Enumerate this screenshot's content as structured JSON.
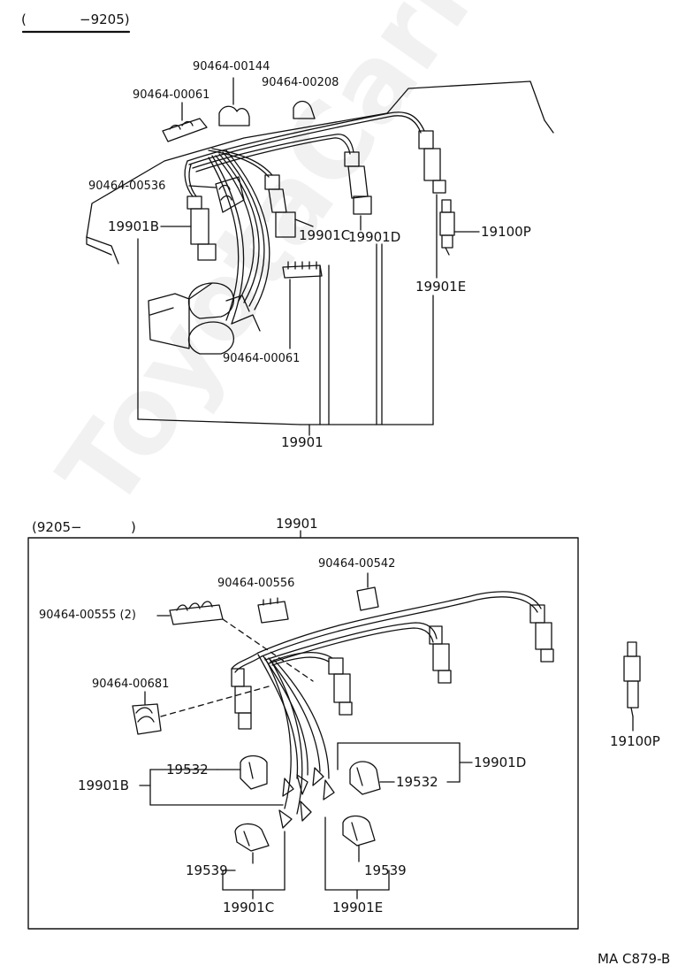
{
  "top_section": {
    "range_open": "(",
    "range_close": "−9205)",
    "labels": {
      "p_00144": "90464-00144",
      "p_00208": "90464-00208",
      "p_00061_top": "90464-00061",
      "p_00536": "90464-00536",
      "l_19901b": "19901B",
      "l_19901c": "19901C",
      "l_19901d": "19901D",
      "l_19100p": "19100P",
      "l_19901e": "19901E",
      "p_00061_bottom": "90464-00061",
      "l_19901": "19901"
    }
  },
  "bottom_section": {
    "range_open": "(9205−",
    "range_close": ")",
    "labels": {
      "l_19901": "19901",
      "p_00542": "90464-00542",
      "p_00556": "90464-00556",
      "p_00555": "90464-00555 (2)",
      "p_00681": "90464-00681",
      "l_19100p": "19100P",
      "l_19532_left": "19532",
      "l_19901b": "19901B",
      "l_19532_right": "19532",
      "l_19901d": "19901D",
      "l_19539_left": "19539",
      "l_19539_right": "19539",
      "l_19901c": "19901C",
      "l_19901e": "19901E"
    }
  },
  "footer": {
    "diagram_code": "MA C879-B"
  },
  "watermark": "ToyotaCarMine.ru"
}
